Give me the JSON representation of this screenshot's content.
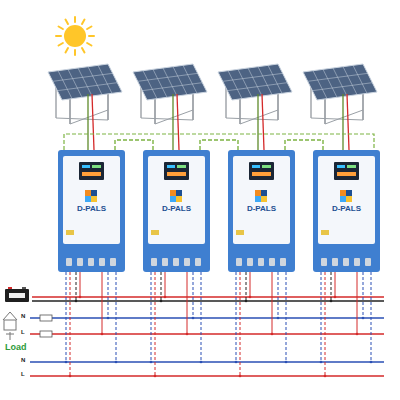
{
  "diagram": {
    "nodes": [
      {
        "text": [
          "D-PALS"
        ]
      },
      {
        "text": [
          "D-PALS"
        ]
      },
      {
        "text": [
          "D-PALS"
        ]
      },
      {
        "text": [
          "D-PALS"
        ]
      }
    ],
    "edges": [
      {
        "from": 0,
        "to": 1,
        "arrow": "none"
      },
      {
        "from": 1,
        "to": 2,
        "arrow": "none"
      },
      {
        "from": 2,
        "to": 3,
        "arrow": "none"
      }
    ],
    "labels": [
      "N",
      "L",
      "Load",
      "N",
      "L"
    ]
  }
}
